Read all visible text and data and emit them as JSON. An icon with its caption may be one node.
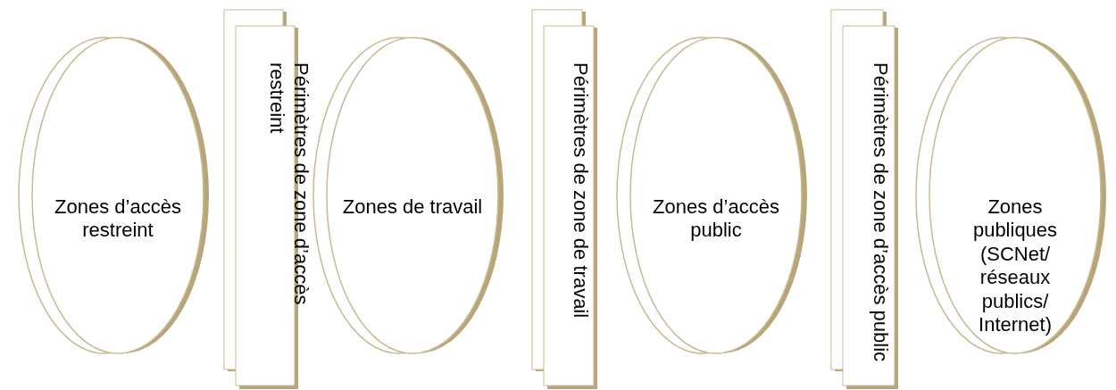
{
  "diagram": {
    "nodes": [
      {
        "text": [
          "Zones d’accès restreint"
        ]
      },
      {
        "text": [
          "Périmètres de zone d’accès restreint"
        ]
      },
      {
        "text": [
          "Zones de travail"
        ]
      },
      {
        "text": [
          "Périmètres de zone de travail"
        ]
      },
      {
        "text": [
          "Zones d’accès public"
        ]
      },
      {
        "text": [
          "Périmètres de zone d’accès public"
        ]
      },
      {
        "text": [
          "Zones publiques (SCNet/ réseaux publics/ Internet)"
        ]
      }
    ]
  }
}
